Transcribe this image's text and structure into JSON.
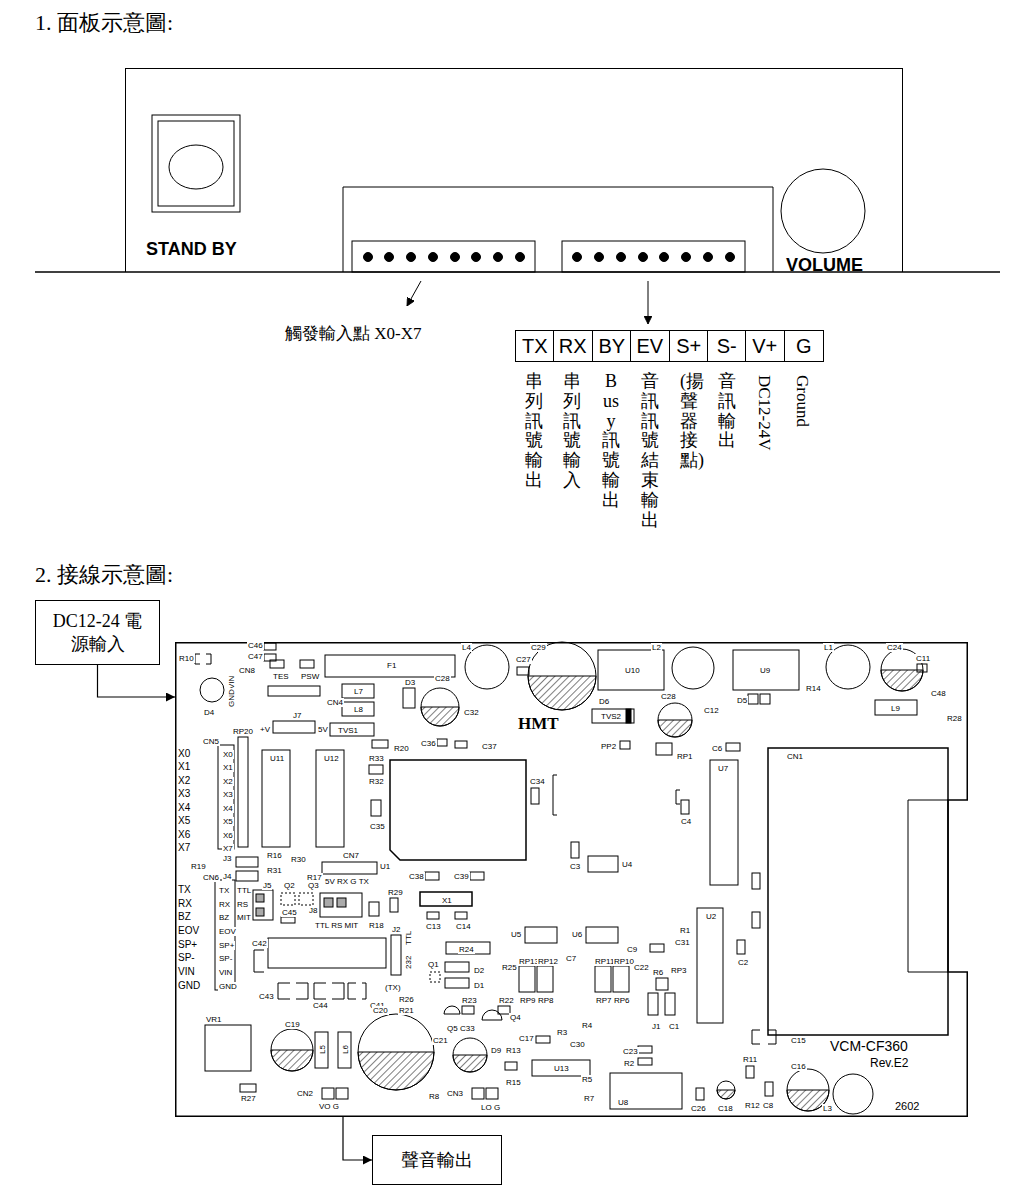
{
  "diagram": {
    "nodes": [
      {
        "text": [
          "STAND BY",
          "VOLUME"
        ]
      },
      {
        "text": [
          "DC12-24 電源輸入"
        ]
      },
      {
        "text": [
          "HMT",
          "VCM-CF360",
          "Rev.E2",
          "2602"
        ]
      },
      {
        "text": [
          "聲音輸出"
        ]
      }
    ],
    "edges": [
      {
        "from": 1,
        "to": 2,
        "arrow": "to"
      },
      {
        "from": 2,
        "to": 3,
        "arrow": "to"
      }
    ],
    "labels": [
      "1. 面板示意圖:",
      "觸發輸入點 X0-X7",
      "TX",
      "RX",
      "BY",
      "EV",
      "S+",
      "S-",
      "V+",
      "G",
      "串列訊號輸出",
      "串列訊號輸入",
      "Busy 訊號輸出",
      "音訊訊號結束輸出",
      "(揚聲器接點)",
      "音訊輸出",
      "DC12-24V",
      "Ground",
      "2. 接線示意圖:",
      "R10",
      "C46",
      "C47",
      "CN8",
      "VIN",
      "GND",
      "TES",
      "PSW",
      "F1",
      "L4",
      "C29",
      "C27",
      "L2",
      "U10",
      "U9",
      "L1",
      "C24",
      "C11",
      "R14",
      "C48",
      "R28",
      "D5",
      "L9",
      "D4",
      "L7",
      "CN4",
      "L8",
      "D3",
      "C28",
      "C32",
      "D6",
      "TVS2",
      "C28",
      "C12",
      "J7",
      "+V",
      "5V",
      "TVS1",
      "R20",
      "RP20",
      "C36",
      "C37",
      "PP2",
      "RP1",
      "C6",
      "U7",
      "CN1",
      "CN5",
      "U11",
      "U12",
      "R33",
      "R32",
      "C34",
      "C35",
      "U1",
      "C4",
      "X0",
      "X1",
      "X2",
      "X3",
      "X4",
      "X5",
      "X6",
      "X7",
      "X0",
      "X1",
      "X2",
      "X3",
      "X4",
      "X5",
      "X6",
      "X7",
      "R19",
      "J3",
      "R16",
      "R30",
      "R31",
      "R17",
      "CN7",
      "5V RX G TX",
      "C38",
      "C39",
      "C3",
      "U4",
      "CN6",
      "J4",
      "TX",
      "RX",
      "BZ",
      "EOV",
      "SP+",
      "SP-",
      "VIN",
      "GND",
      "TX",
      "RX",
      "BZ",
      "EOV",
      "SP+",
      "SP-",
      "VIN",
      "GND",
      "TTL",
      "RS",
      "MIT",
      "J5",
      "Q2",
      "Q3",
      "C45",
      "J8",
      "TTL RS MIT",
      "R29",
      "R18",
      "X1",
      "C13",
      "C14",
      "J2",
      "TTL",
      "232",
      "C42",
      "R24",
      "U5",
      "U6",
      "U2",
      "R1",
      "C31",
      "C9",
      "C7",
      "RP13",
      "RP12",
      "RP11",
      "RP10",
      "C22",
      "RP3",
      "R6",
      "C2",
      "R25",
      "Q1",
      "D2",
      "D1",
      "RP9",
      "RP8",
      "RP7",
      "RP6",
      "R23",
      "R22",
      "(TX)",
      "R26",
      "R21",
      "C43",
      "C44",
      "C41",
      "J1",
      "C1",
      "C15",
      "VR1",
      "C19",
      "L5",
      "L6",
      "C20",
      "C21",
      "Q5",
      "C33",
      "Q4",
      "D9",
      "R13",
      "C17",
      "R3",
      "R4",
      "C30",
      "U13",
      "R15",
      "R5",
      "C23",
      "R2",
      "R11",
      "C16",
      "R8",
      "CN3",
      "LO G",
      "CN2",
      "VO G",
      "R27",
      "R7",
      "U8",
      "C26",
      "C18",
      "R12",
      "C8",
      "L3"
    ]
  }
}
